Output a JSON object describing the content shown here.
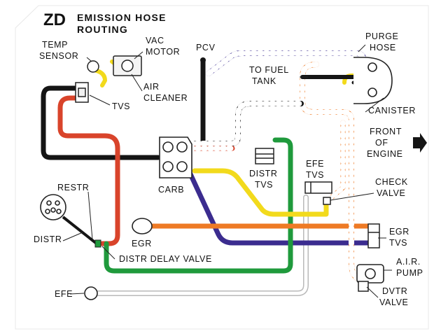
{
  "title": {
    "code": "ZD",
    "line1": "EMISSION HOSE",
    "line2": "ROUTING"
  },
  "labels": {
    "temp_sensor_1": "TEMP",
    "temp_sensor_2": "SENSOR",
    "vac_motor_1": "VAC",
    "vac_motor_2": "MOTOR",
    "pcv": "PCV",
    "purge_hose_1": "PURGE",
    "purge_hose_2": "HOSE",
    "to_fuel_tank_1": "TO FUEL",
    "to_fuel_tank_2": "TANK",
    "air_cleaner_1": "AIR",
    "air_cleaner_2": "CLEANER",
    "tvs": "TVS",
    "canister": "CANISTER",
    "front_of_engine_1": "FRONT",
    "front_of_engine_2": "OF",
    "front_of_engine_3": "ENGINE",
    "distr_tvs_1": "DISTR",
    "distr_tvs_2": "TVS",
    "efe_tvs_1": "EFE",
    "efe_tvs_2": "TVS",
    "carb": "CARB",
    "check_valve_1": "CHECK",
    "check_valve_2": "VALVE",
    "restr": "RESTR",
    "distr": "DISTR",
    "egr": "EGR",
    "egr_tvs_1": "EGR",
    "egr_tvs_2": "TVS",
    "distr_delay_valve": "DISTR DELAY VALVE",
    "air_pump_1": "A.I.R.",
    "air_pump_2": "PUMP",
    "efe": "EFE",
    "dvtr_valve_1": "DVTR",
    "dvtr_valve_2": "VALVE"
  },
  "colors": {
    "card_background": "#ffffff",
    "hose_black": "#151515",
    "hose_red": "#d9442b",
    "hose_yellow": "#f2da1c",
    "hose_green": "#1f9a3c",
    "hose_orange": "#ee7a25",
    "hose_purple": "#3b2c8f",
    "hose_gray": "#b9b9b9",
    "stripe_white": "#ffffff",
    "text": "#111111"
  },
  "icons": [
    "arrow-right-icon",
    "distributor-icon",
    "egr-valve-icon",
    "carb-icon",
    "canister-icon",
    "air-pump-icon"
  ]
}
